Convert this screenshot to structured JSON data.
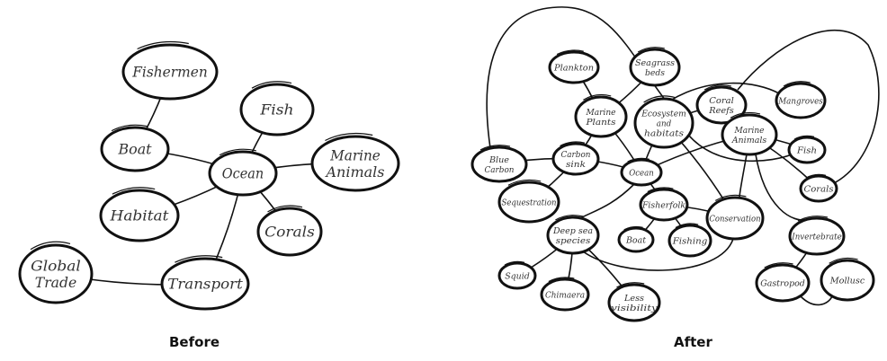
{
  "captions": {
    "before": "Before",
    "after": "After"
  },
  "before": {
    "nodes": [
      {
        "id": "fishermen",
        "label": [
          "Fishermen"
        ]
      },
      {
        "id": "fish",
        "label": [
          "Fish"
        ]
      },
      {
        "id": "boat",
        "label": [
          "Boat"
        ]
      },
      {
        "id": "ocean",
        "label": [
          "Ocean"
        ]
      },
      {
        "id": "marine_animals",
        "label": [
          "Marine",
          "Animals"
        ]
      },
      {
        "id": "habitat",
        "label": [
          "Habitat"
        ]
      },
      {
        "id": "corals",
        "label": [
          "Corals"
        ]
      },
      {
        "id": "global_trade",
        "label": [
          "Global",
          "Trade"
        ]
      },
      {
        "id": "transport",
        "label": [
          "Transport"
        ]
      }
    ],
    "edges": [
      [
        "fishermen",
        "boat"
      ],
      [
        "boat",
        "ocean"
      ],
      [
        "ocean",
        "fish"
      ],
      [
        "ocean",
        "marine_animals"
      ],
      [
        "ocean",
        "habitat"
      ],
      [
        "ocean",
        "corals"
      ],
      [
        "ocean",
        "transport"
      ],
      [
        "transport",
        "global_trade"
      ]
    ]
  },
  "after": {
    "nodes": [
      {
        "id": "plankton",
        "label": [
          "Plankton"
        ]
      },
      {
        "id": "seagrass",
        "label": [
          "Seagrass",
          "beds"
        ]
      },
      {
        "id": "marine_plants",
        "label": [
          "Marine",
          "Plants"
        ]
      },
      {
        "id": "ecosystem",
        "label": [
          "Ecosystem",
          "and",
          "habitats"
        ]
      },
      {
        "id": "coral_reefs",
        "label": [
          "Coral",
          "Reefs"
        ]
      },
      {
        "id": "mangroves",
        "label": [
          "Mangroves"
        ]
      },
      {
        "id": "marine_animals",
        "label": [
          "Marine",
          "Animals"
        ]
      },
      {
        "id": "fish",
        "label": [
          "Fish"
        ]
      },
      {
        "id": "blue_carbon",
        "label": [
          "Blue",
          "Carbon"
        ]
      },
      {
        "id": "carbon_sink",
        "label": [
          "Carbon",
          "sink"
        ]
      },
      {
        "id": "ocean",
        "label": [
          "Ocean"
        ]
      },
      {
        "id": "corals",
        "label": [
          "Corals"
        ]
      },
      {
        "id": "sequestration",
        "label": [
          "Sequestration"
        ]
      },
      {
        "id": "fisherfolk",
        "label": [
          "Fisherfolk"
        ]
      },
      {
        "id": "conservation",
        "label": [
          "Conservation"
        ]
      },
      {
        "id": "deep_sea",
        "label": [
          "Deep sea",
          "species"
        ]
      },
      {
        "id": "boat",
        "label": [
          "Boat"
        ]
      },
      {
        "id": "fishing",
        "label": [
          "Fishing"
        ]
      },
      {
        "id": "invertebrate",
        "label": [
          "Invertebrate"
        ]
      },
      {
        "id": "squid",
        "label": [
          "Squid"
        ]
      },
      {
        "id": "chimaera",
        "label": [
          "Chimaera"
        ]
      },
      {
        "id": "less_visibility",
        "label": [
          "Less",
          "visibility"
        ]
      },
      {
        "id": "gastropod",
        "label": [
          "Gastropod"
        ]
      },
      {
        "id": "mollusc",
        "label": [
          "Mollusc"
        ]
      }
    ],
    "edges": [
      [
        "plankton",
        "marine_plants"
      ],
      [
        "seagrass",
        "marine_plants"
      ],
      [
        "marine_plants",
        "carbon_sink"
      ],
      [
        "marine_plants",
        "ocean"
      ],
      [
        "blue_carbon",
        "carbon_sink"
      ],
      [
        "carbon_sink",
        "sequestration"
      ],
      [
        "carbon_sink",
        "ocean"
      ],
      [
        "ocean",
        "ecosystem"
      ],
      [
        "ocean",
        "marine_animals"
      ],
      [
        "ocean",
        "fisherfolk"
      ],
      [
        "ocean",
        "deep_sea"
      ],
      [
        "ecosystem",
        "coral_reefs"
      ],
      [
        "ecosystem",
        "conservation"
      ],
      [
        "ecosystem",
        "fish"
      ],
      [
        "ecosystem",
        "mangroves"
      ],
      [
        "fisherfolk",
        "boat"
      ],
      [
        "fisherfolk",
        "fishing"
      ],
      [
        "fisherfolk",
        "conservation"
      ],
      [
        "marine_animals",
        "fish"
      ],
      [
        "marine_animals",
        "corals"
      ],
      [
        "marine_animals",
        "conservation"
      ],
      [
        "marine_animals",
        "invertebrate"
      ],
      [
        "invertebrate",
        "gastropod"
      ],
      [
        "gastropod",
        "mollusc"
      ],
      [
        "deep_sea",
        "squid"
      ],
      [
        "deep_sea",
        "chimaera"
      ],
      [
        "deep_sea",
        "less_visibility"
      ],
      [
        "deep_sea",
        "conservation"
      ],
      [
        "blue_carbon",
        "ecosystem"
      ],
      [
        "coral_reefs",
        "corals"
      ]
    ]
  }
}
